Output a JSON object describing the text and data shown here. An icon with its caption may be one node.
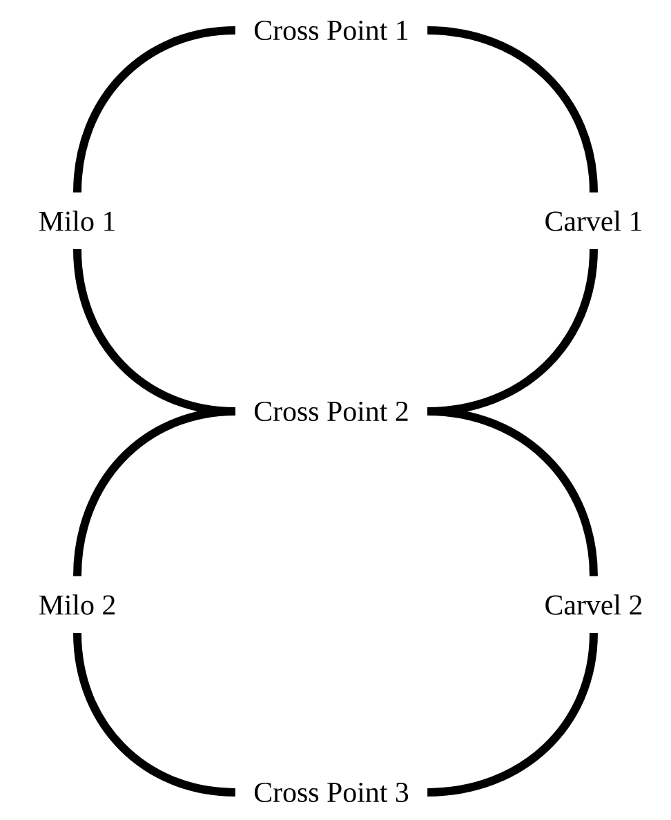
{
  "diagram": {
    "nodes": [
      {
        "text": [
          "Cross Point 1"
        ]
      },
      {
        "text": [
          "Milo 1"
        ]
      },
      {
        "text": [
          "Carvel 1"
        ]
      },
      {
        "text": [
          "Cross Point 2"
        ]
      },
      {
        "text": [
          "Milo 2"
        ]
      },
      {
        "text": [
          "Carvel 2"
        ]
      },
      {
        "text": [
          "Cross Point 3"
        ]
      }
    ],
    "edges": [
      {
        "from": 0,
        "to": 1,
        "arrow": "none"
      },
      {
        "from": 0,
        "to": 2,
        "arrow": "none"
      },
      {
        "from": 1,
        "to": 3,
        "arrow": "none"
      },
      {
        "from": 2,
        "to": 3,
        "arrow": "none"
      },
      {
        "from": 3,
        "to": 4,
        "arrow": "none"
      },
      {
        "from": 3,
        "to": 5,
        "arrow": "none"
      },
      {
        "from": 4,
        "to": 6,
        "arrow": "none"
      },
      {
        "from": 5,
        "to": 6,
        "arrow": "none"
      }
    ]
  }
}
